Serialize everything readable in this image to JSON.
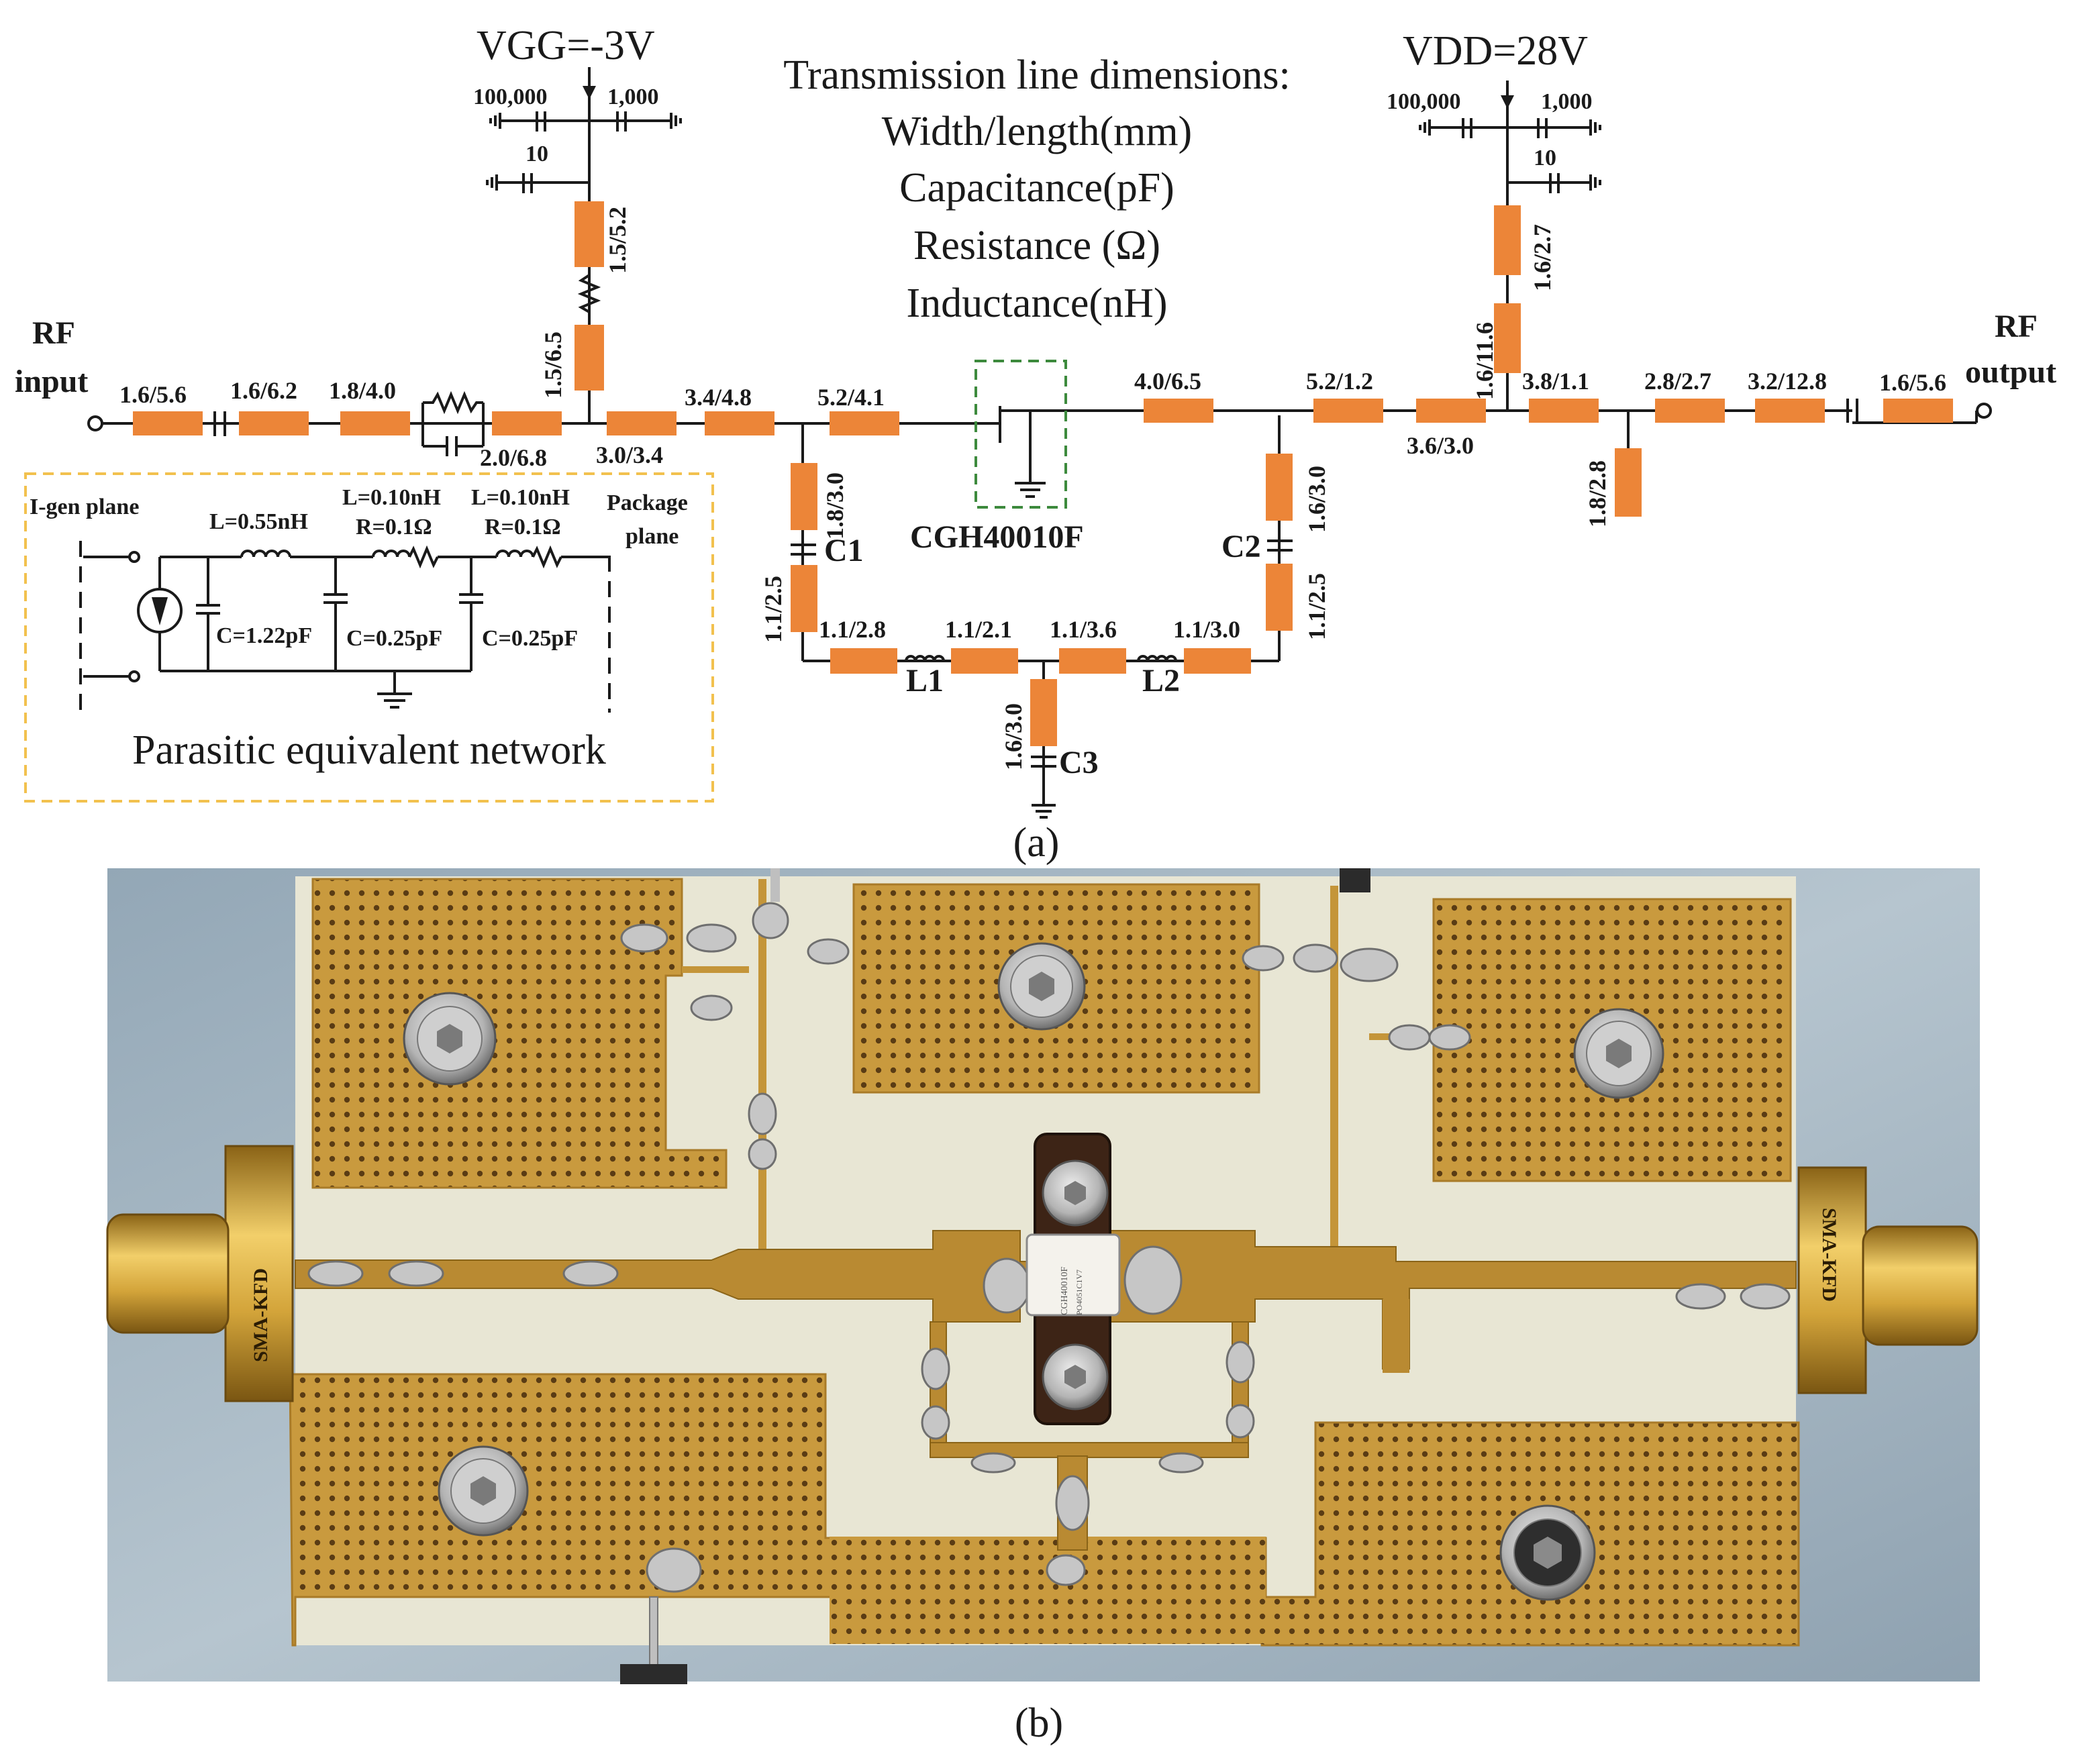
{
  "top_labels": {
    "vgg": "VGG=-3V",
    "vdd": "VDD=28V",
    "gate_caps": [
      "100,000",
      "1,000",
      "10"
    ],
    "drain_caps": [
      "100,000",
      "1,000",
      "10"
    ],
    "rf_in_1": "RF",
    "rf_in_2": "input",
    "rf_out_1": "RF",
    "rf_out_2": "output",
    "device": "CGH40010F",
    "caption_a": "(a)",
    "caption_b": "(b)"
  },
  "legend": {
    "title": "Transmission line dimensions:",
    "lines": [
      "Width/length(mm)",
      "Capacitance(pF)",
      "Resistance (Ω)",
      "Inductance(nH)"
    ]
  },
  "tlines": {
    "in1": "1.6/5.6",
    "in2": "1.6/6.2",
    "in3": "1.8/4.0",
    "in4": "2.0/6.8",
    "in5": "3.0/3.4",
    "in6": "3.4/4.8",
    "in7": "5.2/4.1",
    "gb1": "1.5/5.2",
    "gb2": "1.5/6.5",
    "out1": "4.0/6.5",
    "out2": "5.2/1.2",
    "out3": "3.6/3.0",
    "out4": "3.8/1.1",
    "out5": "2.8/2.7",
    "out6": "3.2/12.8",
    "out7": "1.6/5.6",
    "stub_out": "1.8/2.8",
    "db1": "1.6/2.7",
    "db2": "1.6/11.6",
    "fb1": "1.8/3.0",
    "fb2": "1.1/2.5",
    "fb3": "1.1/2.8",
    "fb4": "1.1/2.1",
    "fb5": "1.1/3.6",
    "fb6": "1.1/3.0",
    "fb7": "1.1/2.5",
    "fb8": "1.6/3.0",
    "fb9": "1.6/3.0",
    "c1": "C1",
    "c2": "C2",
    "c3": "C3",
    "l1": "L1",
    "l2": "L2"
  },
  "parasitic": {
    "title": "Parasitic equivalent network",
    "igen": "I-gen plane",
    "pkg1": "Package",
    "pkg2": "plane",
    "l1": "L=0.55nH",
    "l2a": "L=0.10nH",
    "l2b": "R=0.1Ω",
    "l3a": "L=0.10nH",
    "l3b": "R=0.1Ω",
    "c1": "C=1.22pF",
    "c2": "C=0.25pF",
    "c3": "C=0.25pF"
  },
  "photo": {
    "conn_left": "SMA-KFD",
    "conn_right": "SMA-KFD",
    "chip_line1": "CGH40010F",
    "chip_line2": "PO4051C1V7"
  },
  "colors": {
    "tline": "#ec8538",
    "wire": "#1a1a1a",
    "dashed_box": "#f2c14e",
    "device_box": "#3d8a3d",
    "gold": "#c49539",
    "substrate": "#e8e6d4"
  }
}
